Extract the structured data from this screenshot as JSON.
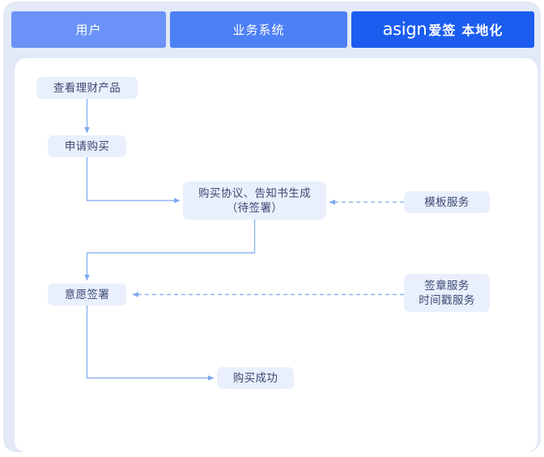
{
  "header": {
    "tabs": [
      {
        "id": "user",
        "label": "用户"
      },
      {
        "id": "business-system",
        "label": "业务系统"
      },
      {
        "id": "asign",
        "logo_mark": "asign",
        "logo_cn": "爱签",
        "logo_suffix": "本地化",
        "label": "asign爱签 本地化"
      }
    ]
  },
  "flow": {
    "nodes": [
      {
        "id": "view-product",
        "label": "查看理财产品"
      },
      {
        "id": "apply-purchase",
        "label": "申请购买"
      },
      {
        "id": "contract-gen",
        "line1": "购买协议、告知书生成",
        "line2": "（待签署）"
      },
      {
        "id": "template-service",
        "label": "模板服务"
      },
      {
        "id": "willing-sign",
        "label": "意愿签署"
      },
      {
        "id": "seal-service",
        "line1": "签章服务",
        "line2": "时间戳服务"
      },
      {
        "id": "purchase-success",
        "label": "购买成功"
      }
    ],
    "connectors": [
      {
        "id": "view-to-apply",
        "from": "view-product",
        "to": "apply-purchase",
        "style": "solid"
      },
      {
        "id": "apply-to-contract",
        "from": "apply-purchase",
        "to": "contract-gen",
        "style": "solid"
      },
      {
        "id": "template-to-contract",
        "from": "template-service",
        "to": "contract-gen",
        "style": "dashed"
      },
      {
        "id": "contract-to-sign",
        "from": "contract-gen",
        "to": "willing-sign",
        "style": "solid"
      },
      {
        "id": "seal-to-sign",
        "from": "seal-service",
        "to": "willing-sign",
        "style": "dashed"
      },
      {
        "id": "sign-to-success",
        "from": "willing-sign",
        "to": "purchase-success",
        "style": "solid"
      }
    ]
  },
  "colors": {
    "tab_user": "#6b93f7",
    "tab_business": "#4d80f5",
    "tab_asign": "#1c5df0",
    "node_bg": "#e9effc",
    "node_text": "#3b4a72",
    "connector": "#8fb4f2",
    "card_bg": "#ffffff",
    "shell_bg": "#e3e9f7"
  }
}
